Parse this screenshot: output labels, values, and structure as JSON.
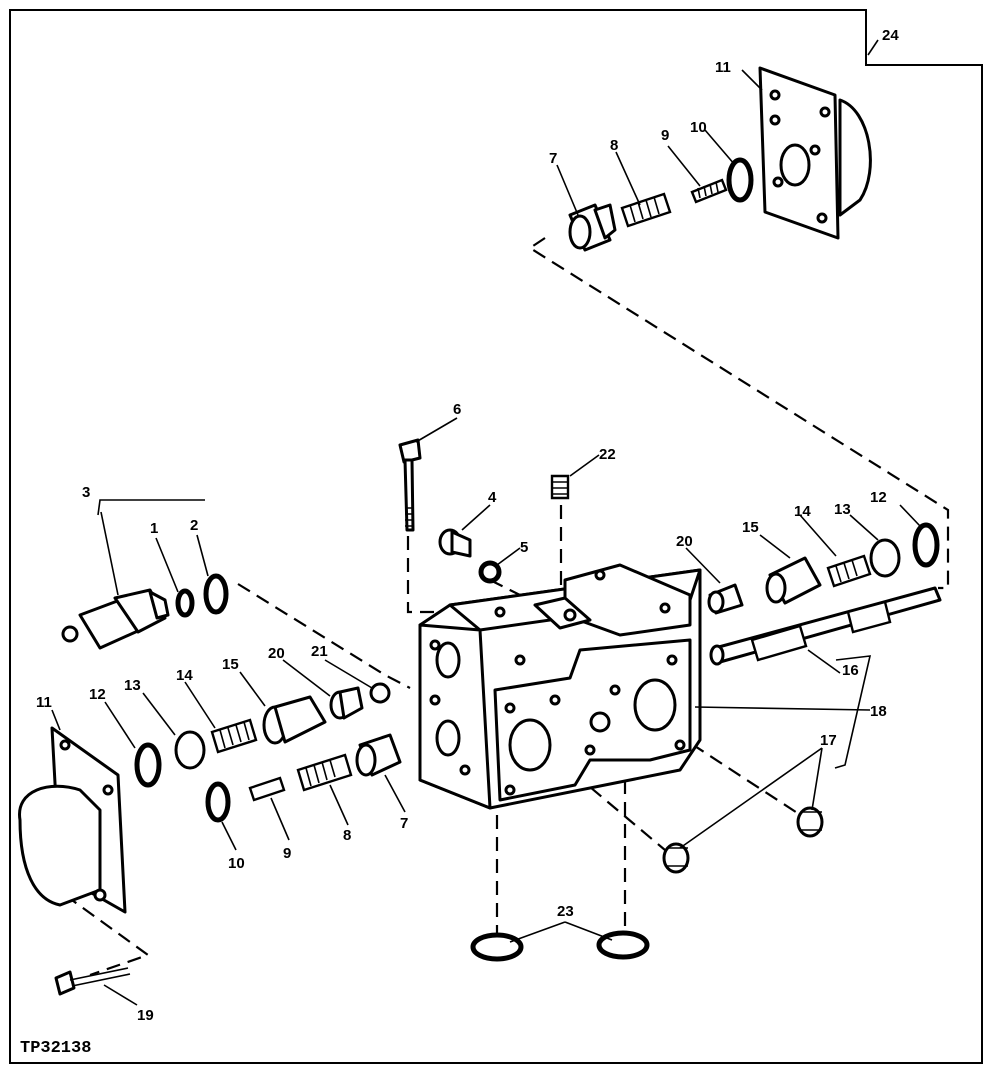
{
  "diagram": {
    "drawing_code": "TP32138",
    "callouts": {
      "c1": "1",
      "c2": "2",
      "c3": "3",
      "c4": "4",
      "c5": "5",
      "c6": "6",
      "c7_top": "7",
      "c8_top": "8",
      "c9_top": "9",
      "c10_top": "10",
      "c11_top": "11",
      "c7_bot": "7",
      "c8_bot": "8",
      "c9_bot": "9",
      "c10_bot": "10",
      "c11_left": "11",
      "c12_left": "12",
      "c13_left": "13",
      "c14_left": "14",
      "c15_left": "15",
      "c20_left": "20",
      "c21": "21",
      "c22": "22",
      "c20_right": "20",
      "c15_right": "15",
      "c14_right": "14",
      "c13_right": "13",
      "c12_right": "12",
      "c16": "16",
      "c17": "17",
      "c18": "18",
      "c19": "19",
      "c23": "23",
      "c24": "24"
    }
  }
}
